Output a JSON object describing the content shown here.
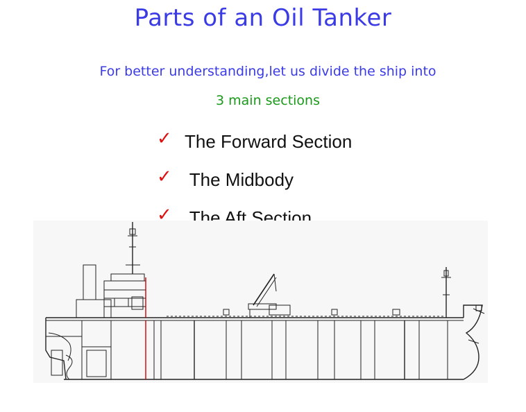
{
  "title": "Parts of an Oil Tanker",
  "subtitle_line1": "For better understanding,let us divide the ship into",
  "subtitle_line2": "3 main sections",
  "bullets": [
    {
      "icon": "check-icon",
      "label": "The Forward Section"
    },
    {
      "icon": "check-icon",
      "label": " The Midbody"
    },
    {
      "icon": "check-icon",
      "label": " The Aft Section"
    }
  ],
  "colors": {
    "title": "#3b3be6",
    "subtitle": "#3b3be6",
    "highlight": "#1a9a1a",
    "check": "#dd1111",
    "divider": "#cc0000"
  }
}
